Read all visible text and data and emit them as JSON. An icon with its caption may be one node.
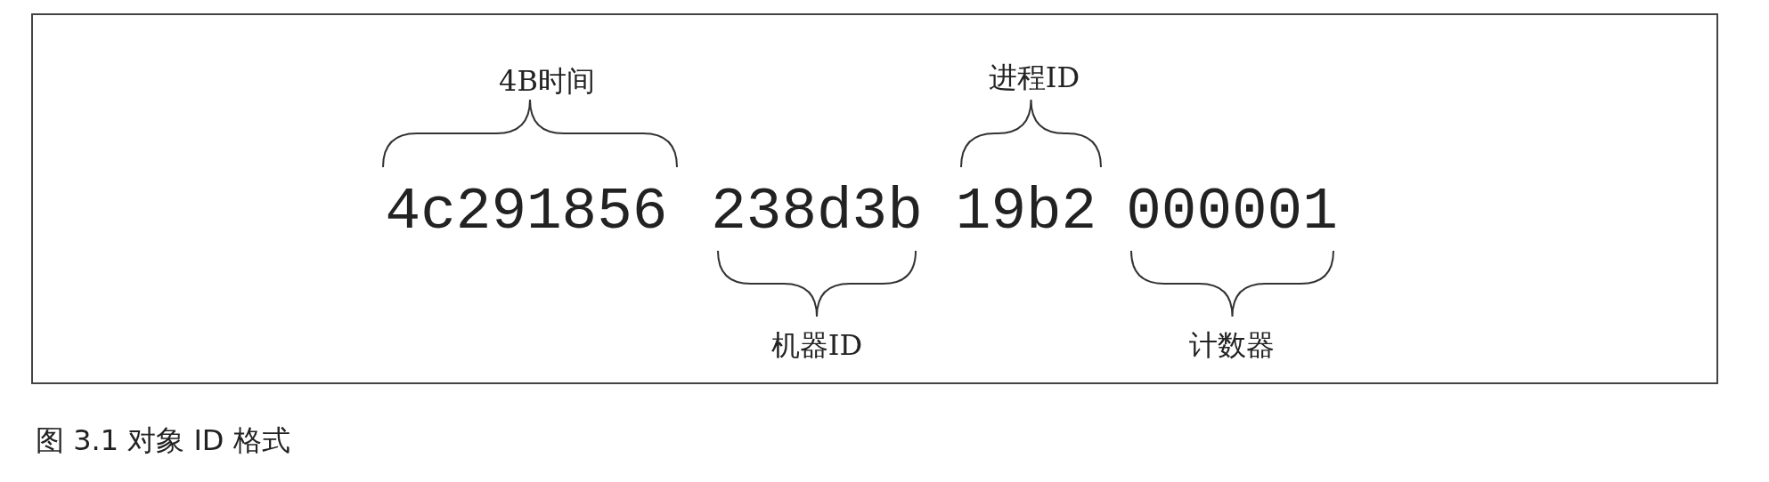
{
  "diagram": {
    "caption": "图 3.1 对象 ID 格式",
    "labels": [
      "4B时间",
      "进程ID",
      "4c291856",
      "238d3b",
      "19b2",
      "000001",
      "机器ID",
      "计数器"
    ]
  }
}
